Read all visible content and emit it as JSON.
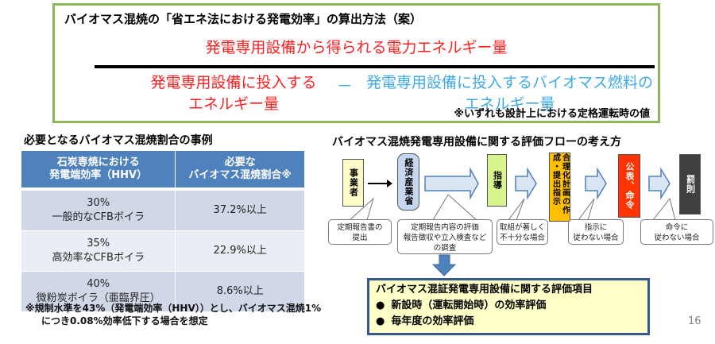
{
  "formula": {
    "title": "バイオマス混焼の「省エネ法における発電効率」の算出方法（案）",
    "numerator": "発電専用設備から得られる電力エネルギー量",
    "denominator_left": [
      "発電専用設備に投入する",
      "エネルギー量"
    ],
    "operator": "－",
    "denominator_right": [
      "発電専用設備に投入するバイオマス燃料の",
      "エネルギー量"
    ],
    "note": "※いずれも設計上における定格運転時の値",
    "colors": {
      "border": "#8db85a",
      "red": "#ff2020",
      "blue": "#3fa9e8"
    }
  },
  "ratio_table": {
    "title": "必要となるバイオマス混焼割合の事例",
    "headers": [
      [
        "石炭専焼における",
        "発電端効率（HHV）"
      ],
      [
        "必要な",
        "バイオマス混焼割合※"
      ]
    ],
    "rows": [
      {
        "efficiency": "30%",
        "boiler": "一般的なCFBボイラ",
        "ratio": "37.2%以上"
      },
      {
        "efficiency": "35%",
        "boiler": "高効率なCFBボイラ",
        "ratio": "22.9%以上"
      },
      {
        "efficiency": "40%",
        "boiler": "微粉炭ボイラ（亜臨界圧）",
        "ratio": "8.6%以上"
      }
    ],
    "note": [
      "※規制水準を43%（発電端効率（HHV））とし、バイオマス混焼1%",
      "につき0.08%効率低下する場合を想定"
    ],
    "colors": {
      "header": "#4f81bd",
      "row_dark": "#d0d8e8",
      "row_light": "#e9edf4"
    }
  },
  "flow": {
    "title": "バイオマス混焼発電専用設備に関する評価フローの考え方",
    "boxes": {
      "operator": "事業者",
      "meti": "経済産業省",
      "guidance": "指導",
      "plan": "合理化計画の作成・提出指示",
      "publish": "公表、命令",
      "penalty": "罰則"
    },
    "callouts": {
      "report": [
        "定期報告書の",
        "提出"
      ],
      "evaluate": [
        "定期報告内容の評価",
        "報告徴収や立入検査など",
        "の調査"
      ],
      "insufficient": [
        "取組が著しく",
        "不十分な場合"
      ],
      "instruction": [
        "指示に",
        "従わない場合"
      ],
      "order": [
        "命令に",
        "従わない場合"
      ]
    },
    "colors": {
      "operator": "#fdfcc8",
      "meti": "#c5d8ef",
      "guidance": "#d7f58c",
      "plan": "#ffc000",
      "publish": "#ff3300",
      "penalty": "#404040",
      "arrow_fill": "#dce6f2",
      "arrow_stroke": "#4f81bd",
      "down_arrow": "#4f81bd"
    }
  },
  "evaluation": {
    "title": "バイオマス混証発電専用設備に関する評価項目",
    "items": [
      "新設時（運転開始時）の効率評価",
      "毎年度の効率評価"
    ],
    "colors": {
      "background": "#ffffc8",
      "border": "#355a8a"
    }
  },
  "page_number": "16"
}
